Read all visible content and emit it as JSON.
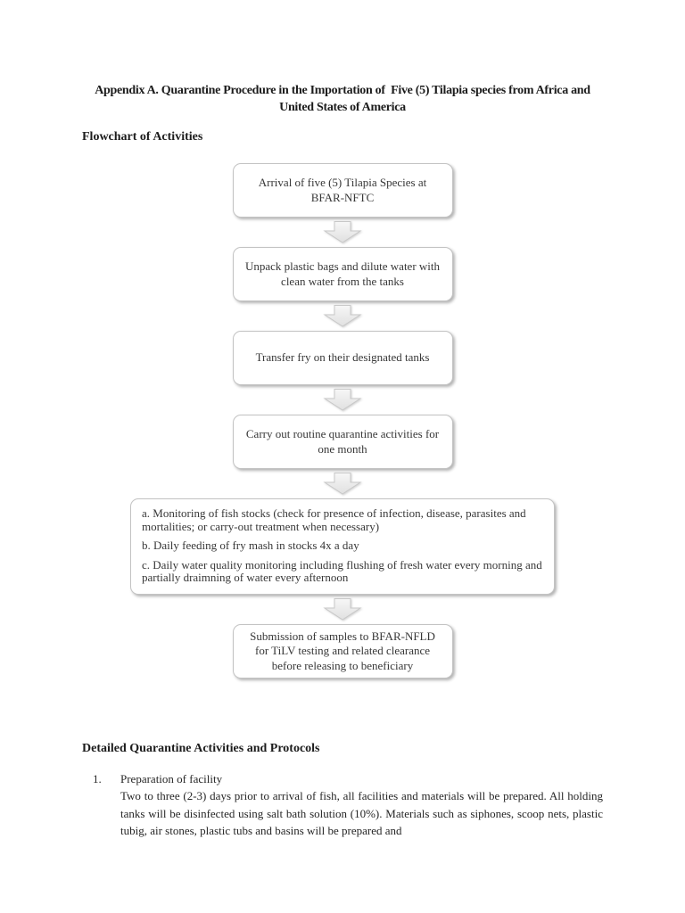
{
  "page": {
    "title": "Appendix A. Quarantine Procedure in the Importation of  Five (5) Tilapia species from Africa and United States of America",
    "flowchart_heading": "Flowchart of Activities",
    "details_heading": "Detailed Quarantine Activities and Protocols"
  },
  "flowchart": {
    "connector_icon": "down-arrow-icon",
    "boxes": [
      {
        "text": "Arrival of five (5) Tilapia Species at BFAR-NFTC"
      },
      {
        "text": "Unpack plastic bags and dilute water with clean water from the tanks"
      },
      {
        "text": "Transfer fry on their designated tanks"
      },
      {
        "text": "Carry out routine quarantine activities for one month"
      },
      {
        "items": [
          "a. Monitoring of fish stocks (check for presence of infection, disease, parasites and mortalities; or carry-out treatment when necessary)",
          "b. Daily feeding of fry mash in stocks 4x a day",
          "c. Daily water quality monitoring including flushing of fresh water every morning and partially draimning of water every afternoon"
        ]
      },
      {
        "text": "Submission of samples to BFAR-NFLD for TiLV testing and related clearance before releasing to beneficiary"
      }
    ]
  },
  "protocols": {
    "items": [
      {
        "number": "1.",
        "title": "Preparation of facility",
        "body": "Two to three (2-3) days prior to arrival of fish, all facilities and materials will be prepared. All holding tanks will be disinfected using salt bath solution (10%). Materials such as siphones, scoop nets, plastic tubig, air stones, plastic tubs and basins will be prepared and"
      }
    ]
  },
  "colors": {
    "page_background": "#ffffff",
    "box_border": "#c3c3c3",
    "box_fill": "#ffffff",
    "arrow_fill_top": "#f7f7f7",
    "arrow_fill_bottom": "#e0e0e0",
    "arrow_stroke": "#c8c8c8",
    "text": "#262626"
  }
}
